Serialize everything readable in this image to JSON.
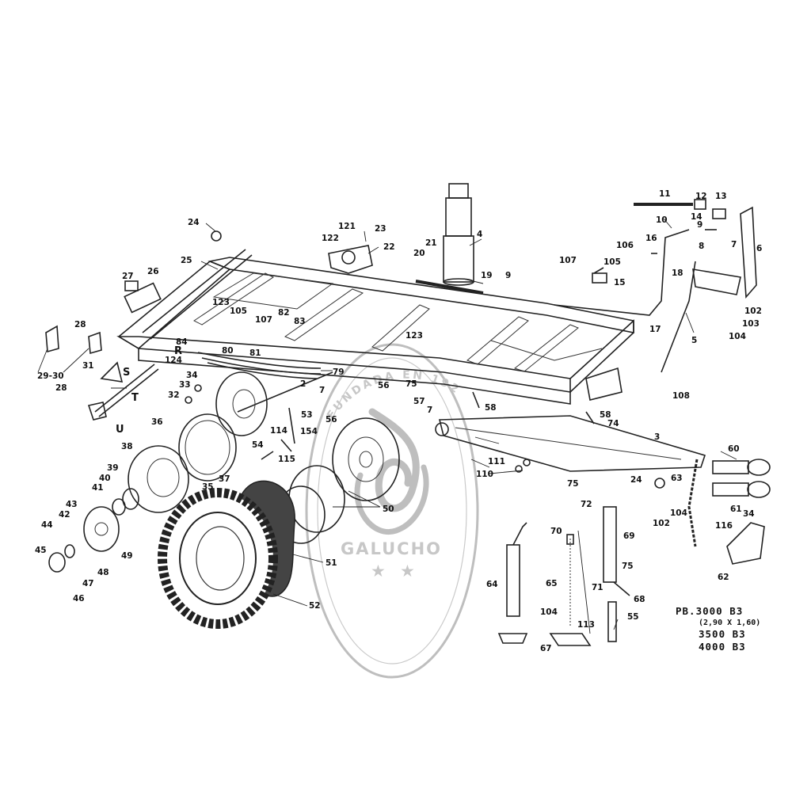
{
  "callouts": [
    {
      "text": "11"
    },
    {
      "text": "12"
    },
    {
      "text": "13"
    },
    {
      "text": "14"
    },
    {
      "text": "10"
    },
    {
      "text": "9"
    },
    {
      "text": "16"
    },
    {
      "text": "106"
    },
    {
      "text": "7"
    },
    {
      "text": "6"
    },
    {
      "text": "8"
    },
    {
      "text": "107"
    },
    {
      "text": "105"
    },
    {
      "text": "15"
    },
    {
      "text": "18"
    },
    {
      "text": "102"
    },
    {
      "text": "103"
    },
    {
      "text": "104"
    },
    {
      "text": "17"
    },
    {
      "text": "5"
    },
    {
      "text": "108"
    },
    {
      "text": "4"
    },
    {
      "text": "121"
    },
    {
      "text": "23"
    },
    {
      "text": "122"
    },
    {
      "text": "22"
    },
    {
      "text": "21"
    },
    {
      "text": "20"
    },
    {
      "text": "19"
    },
    {
      "text": "9"
    },
    {
      "text": "24"
    },
    {
      "text": "25"
    },
    {
      "text": "27"
    },
    {
      "text": "26"
    },
    {
      "text": "123"
    },
    {
      "text": "105"
    },
    {
      "text": "107"
    },
    {
      "text": "82"
    },
    {
      "text": "83"
    },
    {
      "text": "28"
    },
    {
      "text": "84"
    },
    {
      "text": "124"
    },
    {
      "text": "80"
    },
    {
      "text": "81"
    },
    {
      "text": "79"
    },
    {
      "text": "123"
    },
    {
      "text": "29-30"
    },
    {
      "text": "31"
    },
    {
      "text": "28"
    },
    {
      "text": "34"
    },
    {
      "text": "33"
    },
    {
      "text": "32"
    },
    {
      "text": "2"
    },
    {
      "text": "7"
    },
    {
      "text": "56"
    },
    {
      "text": "75"
    },
    {
      "text": "57"
    },
    {
      "text": "7"
    },
    {
      "text": "56"
    },
    {
      "text": "58"
    },
    {
      "text": "58"
    },
    {
      "text": "74"
    },
    {
      "text": "3"
    },
    {
      "text": "53"
    },
    {
      "text": "114"
    },
    {
      "text": "154"
    },
    {
      "text": "36"
    },
    {
      "text": "54"
    },
    {
      "text": "115"
    },
    {
      "text": "111"
    },
    {
      "text": "110"
    },
    {
      "text": "75"
    },
    {
      "text": "60"
    },
    {
      "text": "38"
    },
    {
      "text": "37"
    },
    {
      "text": "35"
    },
    {
      "text": "39"
    },
    {
      "text": "40"
    },
    {
      "text": "41"
    },
    {
      "text": "24"
    },
    {
      "text": "63"
    },
    {
      "text": "104"
    },
    {
      "text": "102"
    },
    {
      "text": "61"
    },
    {
      "text": "34"
    },
    {
      "text": "116"
    },
    {
      "text": "62"
    },
    {
      "text": "43"
    },
    {
      "text": "42"
    },
    {
      "text": "44"
    },
    {
      "text": "45"
    },
    {
      "text": "47"
    },
    {
      "text": "48"
    },
    {
      "text": "46"
    },
    {
      "text": "49"
    },
    {
      "text": "50"
    },
    {
      "text": "51"
    },
    {
      "text": "52"
    },
    {
      "text": "72"
    },
    {
      "text": "70"
    },
    {
      "text": "69"
    },
    {
      "text": "65"
    },
    {
      "text": "71"
    },
    {
      "text": "75"
    },
    {
      "text": "68"
    },
    {
      "text": "64"
    },
    {
      "text": "104"
    },
    {
      "text": "113"
    },
    {
      "text": "55"
    },
    {
      "text": "67"
    }
  ],
  "letters": {
    "r": "R",
    "s": "S",
    "t": "T",
    "u": "U"
  },
  "models": {
    "line1": "PB.3000 B3",
    "line1_sub": "(2,90 X 1,60)",
    "line2": "3500 B3",
    "line3": "4000 B3"
  },
  "watermark": {
    "arc_text": "FUNDADA EN 1920",
    "brand": "GALUCHO"
  }
}
